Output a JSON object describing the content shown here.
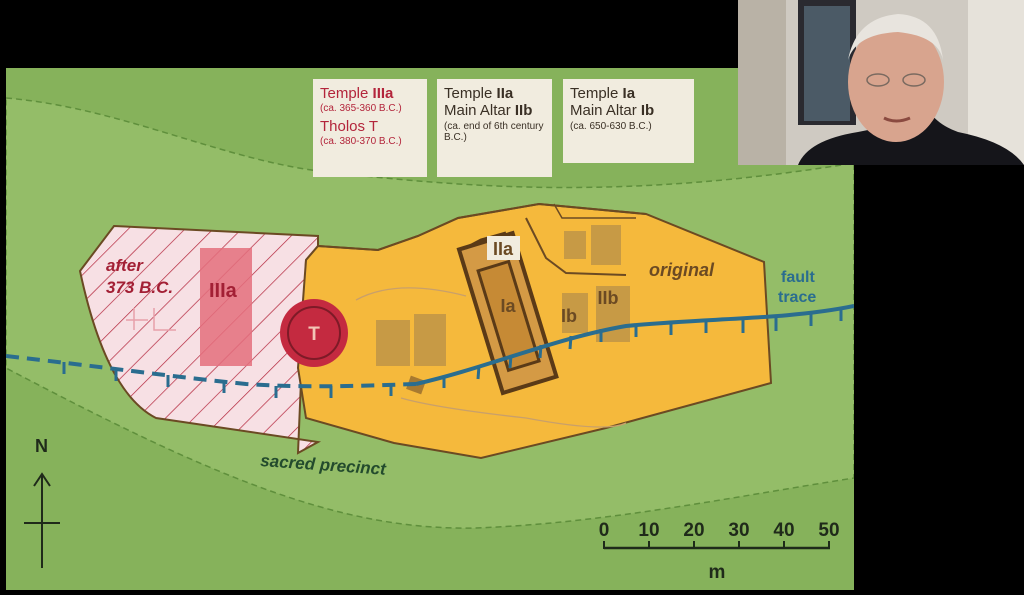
{
  "legend": {
    "box1": {
      "line1_prefix": "Temple ",
      "line1_bold": "IIIa",
      "date1": "(ca. 365-360 B.C.)",
      "line2": "Tholos T",
      "date2": "(ca. 380-370 B.C.)"
    },
    "box2": {
      "line1_prefix": "Temple ",
      "line1_bold": "IIa",
      "line2_prefix": "Main Altar ",
      "line2_bold": "IIb",
      "date": "(ca. end of 6th century B.C.)"
    },
    "box3": {
      "line1_prefix": "Temple ",
      "line1_bold": "Ia",
      "line2_prefix": "Main Altar ",
      "line2_bold": "Ib",
      "date": "(ca. 650-630 B.C.)"
    }
  },
  "map": {
    "label_after_l1": "after",
    "label_after_l2": "373 B.C.",
    "label_IIIa": "IIIa",
    "label_T": "T",
    "label_IIa": "IIa",
    "label_Ia": "Ia",
    "label_Ib": "Ib",
    "label_IIb": "IIb",
    "label_original": "original",
    "label_fault_l1": "fault",
    "label_fault_l2": "trace",
    "label_sacred": "sacred precinct",
    "label_N": "N"
  },
  "scale": {
    "ticks": [
      "0",
      "10",
      "20",
      "30",
      "40",
      "50"
    ],
    "unit": "m"
  },
  "colors": {
    "outer_green": "#86b25b",
    "inner_green": "#94bd68",
    "original_zone": "#f5b93c",
    "later_zone": "#f7e0e4",
    "temple_red": "#b3253b",
    "fault_blue": "#2a6d8f",
    "structure_brown": "#6b4a23"
  }
}
